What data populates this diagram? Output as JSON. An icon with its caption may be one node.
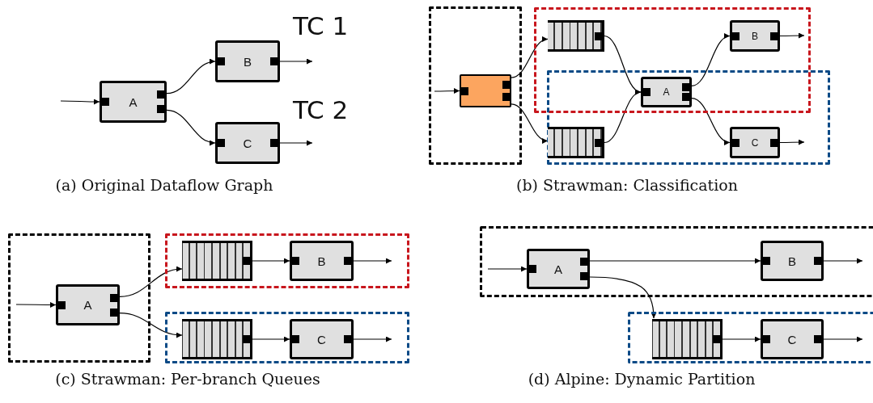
{
  "diagram": {
    "nodes": [
      {
        "text": [
          "A"
        ]
      },
      {
        "text": [
          "B"
        ]
      },
      {
        "text": [
          "C"
        ]
      },
      {
        "text": [],
        "shape": "box"
      },
      {
        "text": [],
        "shape": "box",
        "in": 3
      },
      {
        "text": [],
        "shape": "box"
      },
      {
        "text": [],
        "shape": "queue",
        "in": 5
      },
      {
        "text": [
          "B"
        ],
        "in": 5
      },
      {
        "text": [],
        "shape": "box"
      },
      {
        "text": [],
        "shape": "queue",
        "in": 8
      },
      {
        "text": [
          "C"
        ],
        "in": 8
      },
      {
        "text": [
          "A"
        ]
      },
      {
        "text": [],
        "shape": "box"
      },
      {
        "text": [
          "A"
        ],
        "in": 12
      },
      {
        "text": [],
        "shape": "box"
      },
      {
        "text": [],
        "shape": "queue",
        "in": 14
      },
      {
        "text": [
          "B"
        ],
        "in": 14
      },
      {
        "text": [],
        "shape": "box"
      },
      {
        "text": [],
        "shape": "queue",
        "in": 17
      },
      {
        "text": [
          "C"
        ],
        "in": 17
      },
      {
        "text": [],
        "shape": "box"
      },
      {
        "text": [
          "A"
        ],
        "in": 20
      },
      {
        "text": [
          "B"
        ],
        "in": 20
      },
      {
        "text": [],
        "shape": "box"
      },
      {
        "text": [],
        "shape": "queue",
        "in": 23
      },
      {
        "text": [
          "C"
        ],
        "in": 23
      }
    ],
    "edges": [
      {
        "from": null,
        "to": 0,
        "arrow": "to"
      },
      {
        "from": 0,
        "to": 1,
        "arrow": "to"
      },
      {
        "from": 0,
        "to": 2,
        "arrow": "to"
      },
      {
        "from": 1,
        "to": null,
        "arrow": "to"
      },
      {
        "from": 2,
        "to": null,
        "arrow": "to"
      },
      {
        "from": null,
        "to": 4,
        "arrow": "to"
      },
      {
        "from": 4,
        "to": 6,
        "arrow": "to"
      },
      {
        "from": 4,
        "to": 9,
        "arrow": "to"
      },
      {
        "from": 6,
        "to": 11,
        "arrow": "to"
      },
      {
        "from": 9,
        "to": 11,
        "arrow": "to"
      },
      {
        "from": 11,
        "to": 7,
        "arrow": "to"
      },
      {
        "from": 11,
        "to": 10,
        "arrow": "to"
      },
      {
        "from": 7,
        "to": null,
        "arrow": "to"
      },
      {
        "from": 10,
        "to": null,
        "arrow": "to"
      },
      {
        "from": null,
        "to": 13,
        "arrow": "to"
      },
      {
        "from": 13,
        "to": 15,
        "arrow": "to"
      },
      {
        "from": 13,
        "to": 18,
        "arrow": "to"
      },
      {
        "from": 15,
        "to": 16,
        "arrow": "to"
      },
      {
        "from": 16,
        "to": null,
        "arrow": "to"
      },
      {
        "from": 18,
        "to": 19,
        "arrow": "to"
      },
      {
        "from": 19,
        "to": null,
        "arrow": "to"
      },
      {
        "from": null,
        "to": 21,
        "arrow": "to"
      },
      {
        "from": 21,
        "to": 22,
        "arrow": "to"
      },
      {
        "from": 21,
        "to": 24,
        "arrow": "to"
      },
      {
        "from": 22,
        "to": null,
        "arrow": "to"
      },
      {
        "from": 24,
        "to": 25,
        "arrow": "to"
      },
      {
        "from": 25,
        "to": null,
        "arrow": "to"
      }
    ],
    "labels": [
      "TC 1",
      "TC 2",
      "(a) Original Dataflow Graph",
      "(b) Strawman: Classification",
      "(c) Strawman: Per-branch Queues",
      "(d) Alpine: Dynamic Partition"
    ]
  }
}
